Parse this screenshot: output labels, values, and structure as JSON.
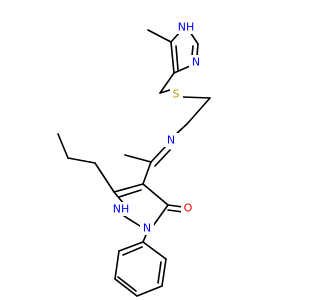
{
  "molecule": {
    "atoms": [
      {
        "name": "atom-nh-imidazole",
        "label": "NH",
        "element": "N",
        "color": "#0000ff"
      },
      {
        "name": "atom-n-imidazole",
        "label": "N",
        "element": "N",
        "color": "#0000ff"
      },
      {
        "name": "atom-s-thioether",
        "label": "S",
        "element": "S",
        "color": "#b8a000"
      },
      {
        "name": "atom-n-imine",
        "label": "N",
        "element": "N",
        "color": "#0000ff"
      },
      {
        "name": "atom-nh-pyrazole",
        "label": "NH",
        "element": "N",
        "color": "#0000ff"
      },
      {
        "name": "atom-n-pyrazole",
        "label": "N",
        "element": "N",
        "color": "#0000ff"
      },
      {
        "name": "atom-o-carbonyl",
        "label": "O",
        "element": "O",
        "color": "#ff0000"
      }
    ],
    "bond_color": "#000000"
  }
}
